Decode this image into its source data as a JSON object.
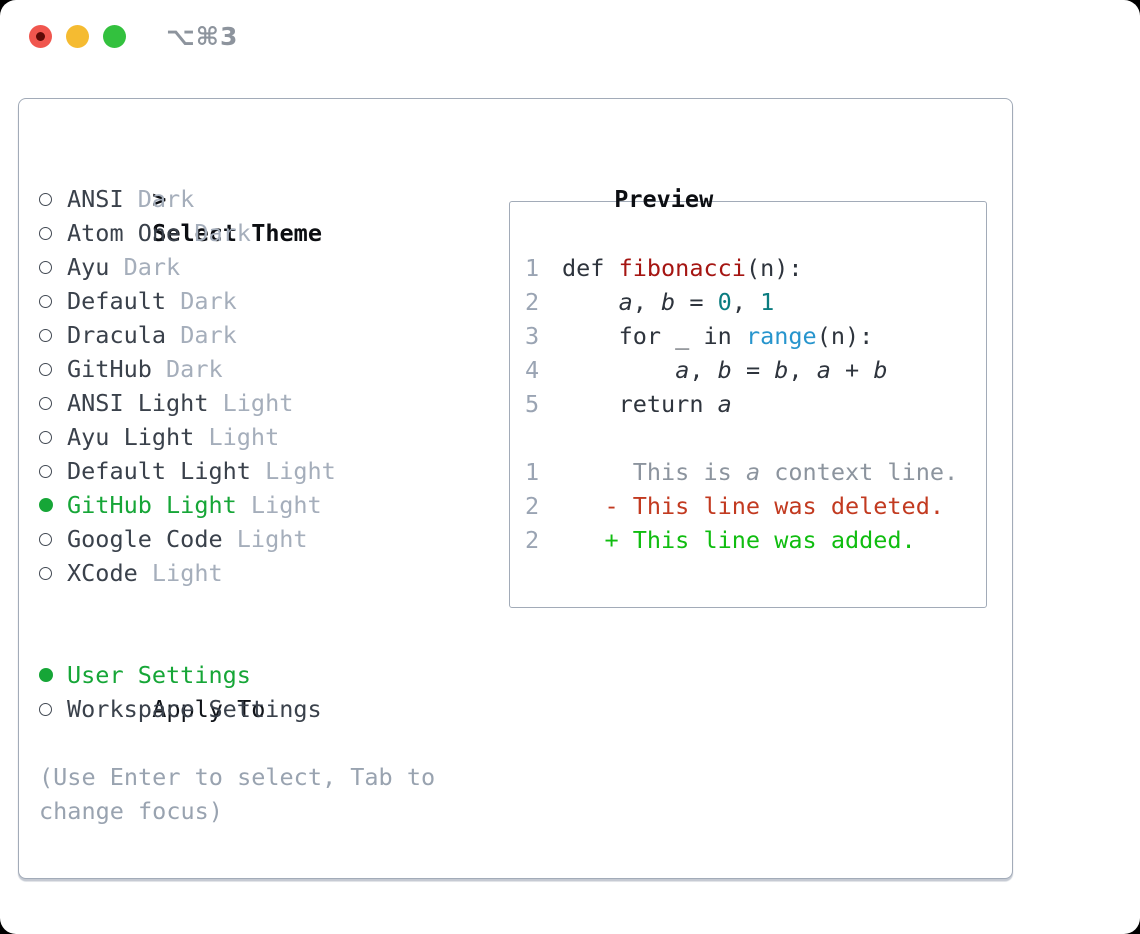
{
  "titlebar": {
    "shortcut": "⌥⌘3",
    "traffic_lights": [
      {
        "name": "close",
        "color": "#f0564e",
        "inner_dot_color": "#5d0a06"
      },
      {
        "name": "minimize",
        "color": "#f5bb31"
      },
      {
        "name": "zoom",
        "color": "#33c13e"
      }
    ]
  },
  "theme_panel": {
    "title_prefix": ">",
    "title": "Select Theme",
    "themes": [
      {
        "name": "ANSI",
        "variant": "Dark",
        "selected": false
      },
      {
        "name": "Atom One",
        "variant": "Dark",
        "selected": false
      },
      {
        "name": "Ayu",
        "variant": "Dark",
        "selected": false
      },
      {
        "name": "Default",
        "variant": "Dark",
        "selected": false
      },
      {
        "name": "Dracula",
        "variant": "Dark",
        "selected": false
      },
      {
        "name": "GitHub",
        "variant": "Dark",
        "selected": false
      },
      {
        "name": "ANSI Light",
        "variant": "Light",
        "selected": false
      },
      {
        "name": "Ayu Light",
        "variant": "Light",
        "selected": false
      },
      {
        "name": "Default Light",
        "variant": "Light",
        "selected": false
      },
      {
        "name": "GitHub Light",
        "variant": "Light",
        "selected": true
      },
      {
        "name": "Google Code",
        "variant": "Light",
        "selected": false
      },
      {
        "name": "XCode",
        "variant": "Light",
        "selected": false
      }
    ],
    "apply_to": {
      "label": "Apply To",
      "options": [
        {
          "name": "User Settings",
          "selected": true
        },
        {
          "name": "Workspace Settings",
          "selected": false
        }
      ]
    },
    "hint_lines": [
      "(Use Enter to select, Tab to",
      "change focus)"
    ]
  },
  "preview": {
    "title": "Preview",
    "code_lines": [
      {
        "num": "1",
        "segments": [
          {
            "text": "def ",
            "style": "plain"
          },
          {
            "text": "fibonacci",
            "style": "function"
          },
          {
            "text": "(n):",
            "style": "plain"
          }
        ]
      },
      {
        "num": "2",
        "segments": [
          {
            "text": "    ",
            "style": "plain"
          },
          {
            "text": "a",
            "style": "variable"
          },
          {
            "text": ", ",
            "style": "plain"
          },
          {
            "text": "b",
            "style": "variable"
          },
          {
            "text": " = ",
            "style": "plain"
          },
          {
            "text": "0",
            "style": "number"
          },
          {
            "text": ", ",
            "style": "plain"
          },
          {
            "text": "1",
            "style": "number"
          }
        ]
      },
      {
        "num": "3",
        "segments": [
          {
            "text": "    for _ in ",
            "style": "plain"
          },
          {
            "text": "range",
            "style": "builtin"
          },
          {
            "text": "(n):",
            "style": "plain"
          }
        ]
      },
      {
        "num": "4",
        "segments": [
          {
            "text": "        ",
            "style": "plain"
          },
          {
            "text": "a",
            "style": "variable"
          },
          {
            "text": ", ",
            "style": "plain"
          },
          {
            "text": "b",
            "style": "variable"
          },
          {
            "text": " = ",
            "style": "plain"
          },
          {
            "text": "b",
            "style": "variable"
          },
          {
            "text": ", ",
            "style": "plain"
          },
          {
            "text": "a",
            "style": "variable"
          },
          {
            "text": " + ",
            "style": "plain"
          },
          {
            "text": "b",
            "style": "variable"
          }
        ]
      },
      {
        "num": "5",
        "segments": [
          {
            "text": "    return ",
            "style": "plain"
          },
          {
            "text": "a",
            "style": "variable"
          }
        ]
      },
      {
        "num": "",
        "segments": []
      },
      {
        "num": "1",
        "segments": [
          {
            "text": "     This is ",
            "style": "context"
          },
          {
            "text": "a",
            "style": "context_variable"
          },
          {
            "text": " context line.",
            "style": "context"
          }
        ]
      },
      {
        "num": "2",
        "segments": [
          {
            "text": "   - This line was deleted.",
            "style": "deletion"
          }
        ]
      },
      {
        "num": "2",
        "segments": [
          {
            "text": "   + This line was added.",
            "style": "addition"
          }
        ]
      }
    ]
  },
  "colors": {
    "selection_green": "#16a637",
    "function_red": "#a51512",
    "number_teal": "#0b7c80",
    "builtin_blue": "#2795cd",
    "deletion_red": "#c23a20",
    "addition_green": "#10bd10",
    "muted_gray": "#a5aebb",
    "border_gray": "#a2abb8",
    "line_number_gray": "#9aa4b3"
  }
}
